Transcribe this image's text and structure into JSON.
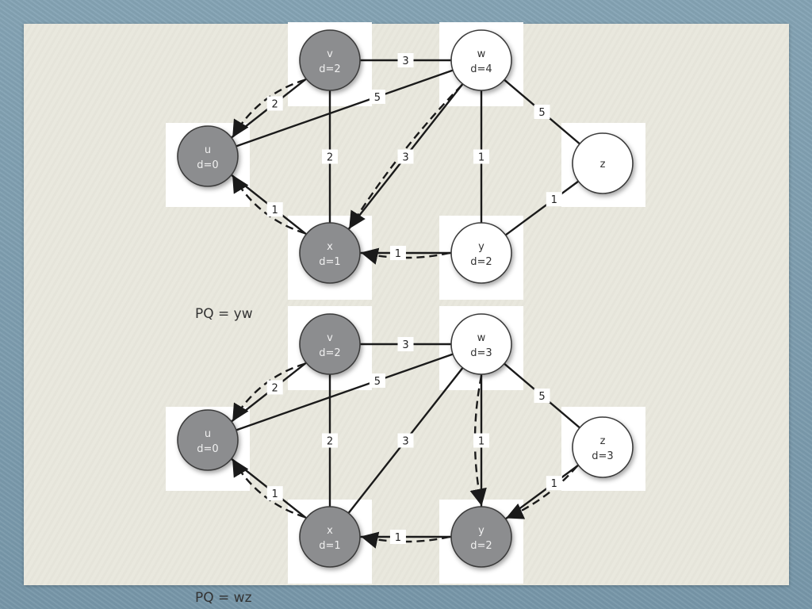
{
  "colors": {
    "visited": "#8c8d8f",
    "unvisited": "#ffffff",
    "edge": "#1a1a1a",
    "panel": "#ffffff"
  },
  "graphs": [
    {
      "pq_text": "PQ = yw",
      "nodes": [
        {
          "id": "v",
          "name": "v",
          "dist": "d=2",
          "visited": true
        },
        {
          "id": "w",
          "name": "w",
          "dist": "d=4",
          "visited": false
        },
        {
          "id": "u",
          "name": "u",
          "dist": "d=0",
          "visited": true
        },
        {
          "id": "z",
          "name": "z",
          "dist": "",
          "visited": false
        },
        {
          "id": "x",
          "name": "x",
          "dist": "d=1",
          "visited": true
        },
        {
          "id": "y",
          "name": "y",
          "dist": "d=2",
          "visited": false
        }
      ],
      "edges": [
        {
          "from": "v",
          "to": "w",
          "weight": "3"
        },
        {
          "from": "v",
          "to": "u",
          "weight": "2"
        },
        {
          "from": "w",
          "to": "u",
          "weight": "5"
        },
        {
          "from": "v",
          "to": "x",
          "weight": "2"
        },
        {
          "from": "w",
          "to": "x",
          "weight": "3"
        },
        {
          "from": "w",
          "to": "y",
          "weight": "1"
        },
        {
          "from": "w",
          "to": "z",
          "weight": "5"
        },
        {
          "from": "u",
          "to": "x",
          "weight": "1"
        },
        {
          "from": "x",
          "to": "y",
          "weight": "1"
        },
        {
          "from": "z",
          "to": "y",
          "weight": "1"
        }
      ],
      "pred_arrows": [
        {
          "from": "v",
          "to": "u"
        },
        {
          "from": "x",
          "to": "u"
        },
        {
          "from": "w",
          "to": "x"
        },
        {
          "from": "y",
          "to": "x"
        }
      ]
    },
    {
      "pq_text": "PQ = wz",
      "nodes": [
        {
          "id": "v",
          "name": "v",
          "dist": "d=2",
          "visited": true
        },
        {
          "id": "w",
          "name": "w",
          "dist": "d=3",
          "visited": false
        },
        {
          "id": "u",
          "name": "u",
          "dist": "d=0",
          "visited": true
        },
        {
          "id": "z",
          "name": "z",
          "dist": "d=3",
          "visited": false
        },
        {
          "id": "x",
          "name": "x",
          "dist": "d=1",
          "visited": true
        },
        {
          "id": "y",
          "name": "y",
          "dist": "d=2",
          "visited": true
        }
      ],
      "edges": [
        {
          "from": "v",
          "to": "w",
          "weight": "3"
        },
        {
          "from": "v",
          "to": "u",
          "weight": "2"
        },
        {
          "from": "w",
          "to": "u",
          "weight": "5"
        },
        {
          "from": "v",
          "to": "x",
          "weight": "2"
        },
        {
          "from": "w",
          "to": "x",
          "weight": "3"
        },
        {
          "from": "w",
          "to": "y",
          "weight": "1"
        },
        {
          "from": "w",
          "to": "z",
          "weight": "5"
        },
        {
          "from": "u",
          "to": "x",
          "weight": "1"
        },
        {
          "from": "x",
          "to": "y",
          "weight": "1"
        },
        {
          "from": "z",
          "to": "y",
          "weight": "1"
        }
      ],
      "pred_arrows": [
        {
          "from": "v",
          "to": "u"
        },
        {
          "from": "x",
          "to": "u"
        },
        {
          "from": "w",
          "to": "y"
        },
        {
          "from": "y",
          "to": "x"
        },
        {
          "from": "z",
          "to": "y"
        }
      ]
    }
  ]
}
